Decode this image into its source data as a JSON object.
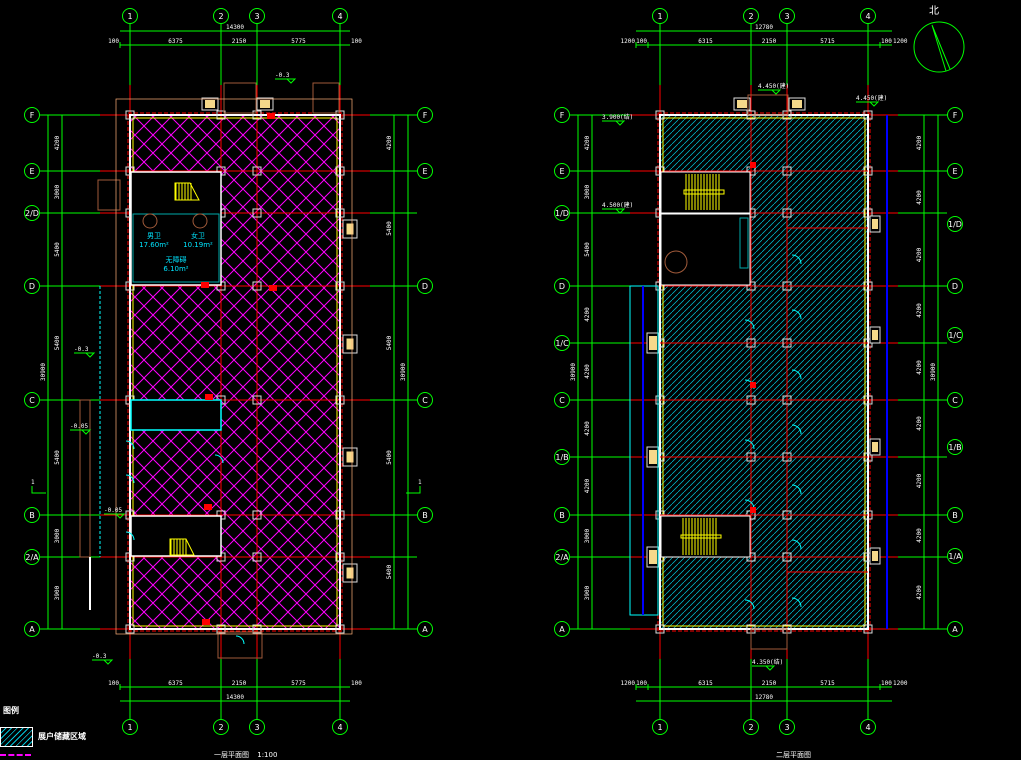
{
  "drawing": {
    "north_label": "北",
    "legend": {
      "title": "图例",
      "items": [
        {
          "label": "展户储藏区域",
          "pattern": "cyan-hatch"
        },
        {
          "label": "",
          "pattern": "magenta-crosshatch"
        }
      ]
    },
    "colors": {
      "grid": "#00ff00",
      "axis_line": "#ff0000",
      "hatch_left": "#ff00ff",
      "hatch_right": "#00e5ff",
      "wall": "#ffffff",
      "stair": "#ffff00"
    }
  },
  "left_plan": {
    "title": "一层平面图",
    "scale": "1:100",
    "columns": [
      "1",
      "2",
      "3",
      "4"
    ],
    "rows": [
      "F",
      "E",
      "2/D",
      "D",
      "C",
      "B",
      "2/A",
      "A"
    ],
    "right_rows": [
      "F",
      "E",
      "D",
      "C",
      "B",
      "A"
    ],
    "top_dims": {
      "total": "14300",
      "segments": [
        "100",
        "6375",
        "2150",
        "5775",
        "100"
      ]
    },
    "bottom_dims": {
      "total": "14300",
      "segments": [
        "100",
        "6375",
        "2150",
        "5775",
        "100"
      ]
    },
    "left_dims": {
      "total": "30900",
      "segments": [
        "4200",
        "3000",
        "5400",
        "5400",
        "5400",
        "3000",
        "3900"
      ]
    },
    "right_dims": {
      "total": "30900",
      "segments": [
        "4200",
        "5400",
        "5400",
        "5400",
        "5400"
      ]
    },
    "elevations": [
      "-0.3",
      "-0.3",
      "-0.3",
      "-0.05",
      "-0.05"
    ],
    "rooms": [
      {
        "name": "男卫",
        "area": "17.60m²"
      },
      {
        "name": "女卫",
        "area": "10.19m²"
      },
      {
        "name": "无障碍",
        "area": "6.10m²"
      }
    ],
    "labels": {
      "section_mark": "1"
    }
  },
  "right_plan": {
    "title": "二层平面图",
    "columns": [
      "1",
      "2",
      "3",
      "4"
    ],
    "rows": [
      "F",
      "E",
      "1/D",
      "D",
      "1/C",
      "C",
      "1/B",
      "B",
      "2/A",
      "A"
    ],
    "right_rows": [
      "F",
      "E",
      "1/D",
      "D",
      "1/C",
      "C",
      "1/B",
      "B",
      "1/A",
      "A"
    ],
    "top_dims": {
      "total": "12780",
      "segments": [
        "1200",
        "100",
        "6315",
        "2150",
        "5715",
        "100",
        "1200"
      ]
    },
    "bottom_dims": {
      "total": "12780",
      "segments": [
        "1200",
        "100",
        "6315",
        "2150",
        "5715",
        "100",
        "1200"
      ]
    },
    "left_dims": {
      "total": "30900",
      "segments": [
        "4200",
        "3000",
        "5400",
        "4200",
        "4200",
        "4200",
        "4200",
        "3000",
        "3900"
      ]
    },
    "right_dims": {
      "total": "30900",
      "segments": [
        "4200",
        "4200",
        "4200",
        "4200",
        "4200",
        "4200",
        "4200",
        "4200",
        "4200"
      ]
    },
    "elevations": [
      "4.450(建)",
      "4.450(建)",
      "3.900(结)",
      "4.500(建)",
      "4.350(结)"
    ]
  }
}
